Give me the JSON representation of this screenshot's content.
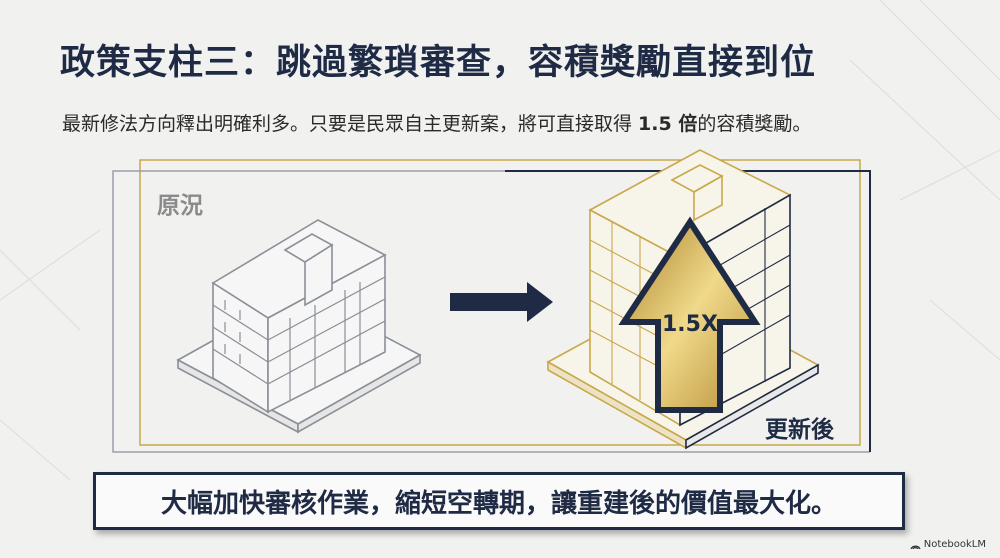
{
  "title": "政策支柱三：跳過繁瑣審查，容積獎勵直接到位",
  "subtitle": {
    "before": "最新修法方向釋出明確利多。只要是民眾自主更新案，將可直接取得 ",
    "highlight": "1.5 倍",
    "after": "的容積獎勵。"
  },
  "diagram": {
    "before_label": "原況",
    "after_label": "更新後",
    "multiplier_label": "1.5X",
    "colors": {
      "navy": "#1f2a44",
      "gold": "#c9a84a"
    }
  },
  "conclusion": "大幅加快審核作業，縮短空轉期，讓重建後的價值最大化。",
  "brand": "NotebookLM"
}
